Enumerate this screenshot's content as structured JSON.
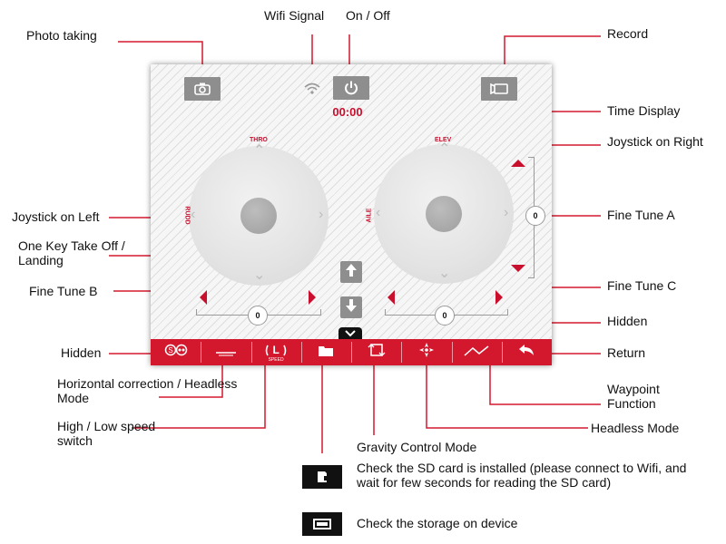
{
  "labels": {
    "photo_taking": "Photo taking",
    "wifi_signal": "Wifi Signal",
    "on_off": "On / Off",
    "record": "Record",
    "time_display": "Time Display",
    "joystick_right": "Joystick on Right",
    "fine_tune_a": "Fine Tune A",
    "joystick_left": "Joystick on Left",
    "one_key": "One Key Take Off / Landing",
    "fine_tune_b": "Fine Tune B",
    "fine_tune_c": "Fine Tune C",
    "hidden_right": "Hidden",
    "hidden_left": "Hidden",
    "return": "Return",
    "horizontal_correction": "Horizontal correction / Headless Mode",
    "waypoint": "Waypoint Function",
    "high_low": "High / Low speed switch",
    "headless_mode": "Headless Mode",
    "gravity": "Gravity Control Mode",
    "sd_card": "Check the SD card is installed (please connect to Wifi, and wait for few seconds for reading the SD card)",
    "storage": "Check the storage on device"
  },
  "screen": {
    "time": "00:00",
    "left_joystick": {
      "top": "THRO",
      "left": "RUDD"
    },
    "right_joystick": {
      "top": "ELEV",
      "left": "AILE"
    },
    "fine_tune_a_value": "0",
    "fine_tune_b_value": "0",
    "fine_tune_c_value": "0",
    "speed_caption": "SPEED",
    "speed_letter": "L"
  },
  "icons": [
    "camera-icon",
    "wifi-icon",
    "power-icon",
    "video-camera-icon",
    "hidden-toggle-icon",
    "horizontal-correction-icon",
    "speed-switch-icon",
    "folder-icon",
    "gravity-icon",
    "headless-icon",
    "waypoint-icon",
    "return-icon",
    "sd-card-icon",
    "storage-icon"
  ],
  "colors": {
    "accent": "#d3182e",
    "text_red": "#c8102e",
    "button_gray": "#8e8e8e"
  }
}
